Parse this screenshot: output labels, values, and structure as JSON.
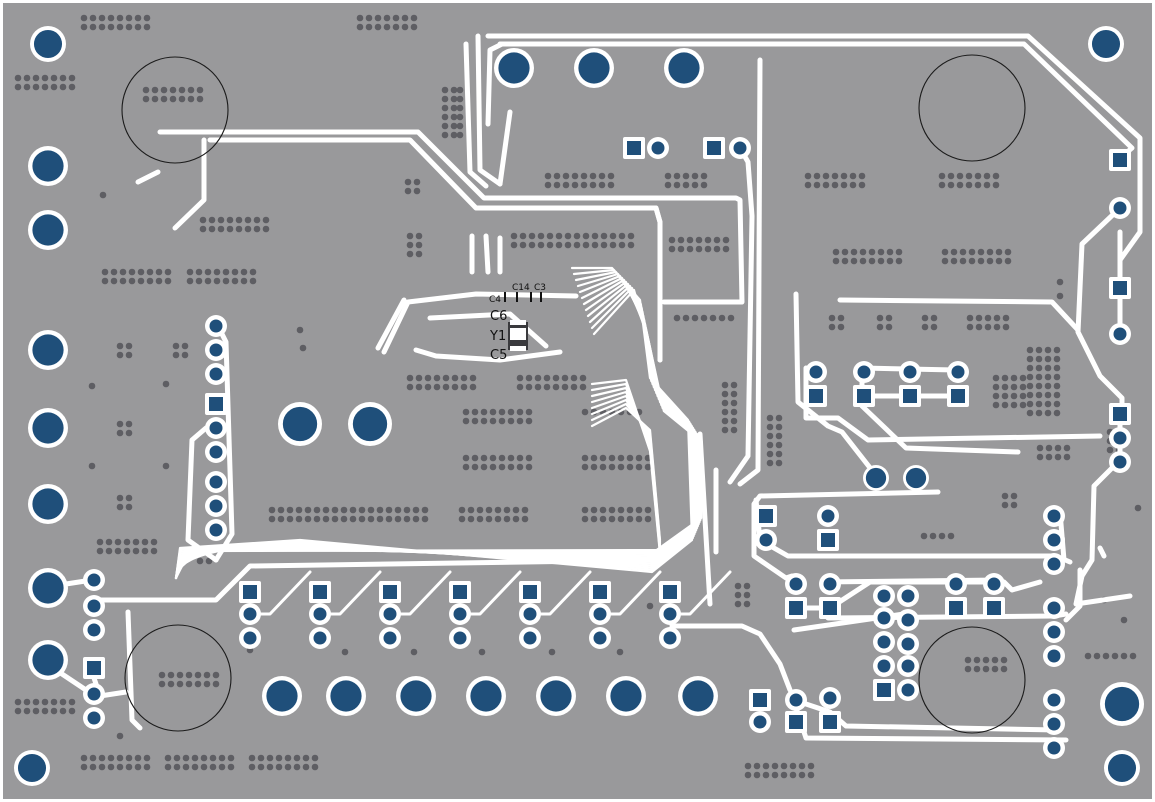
{
  "board": {
    "colors": {
      "substrate": "#99999b",
      "copper": "#ffffff",
      "pad_ring": "#ffffff",
      "pad_hole": "#1f4f7a",
      "via_dot": "#5e5e63",
      "silk": "#111111"
    },
    "labels": {
      "c14": "C14",
      "c3": "C3",
      "c4": "C4",
      "c6": "C6",
      "y1": "Y1",
      "c5": "C5"
    }
  }
}
